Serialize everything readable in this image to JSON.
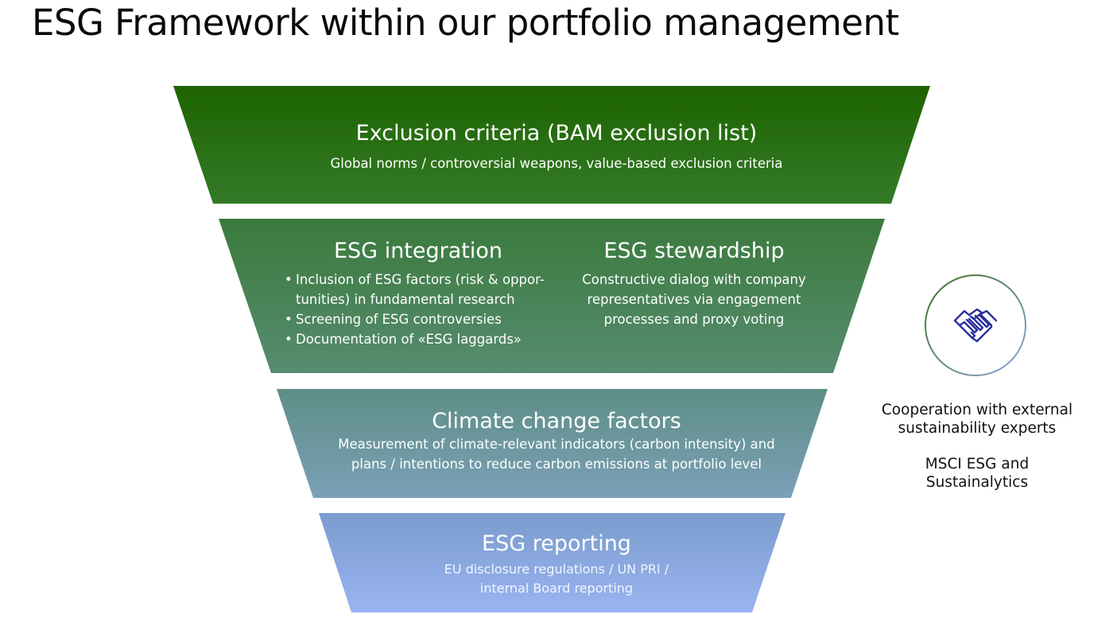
{
  "page": {
    "title": "ESG Framework within our portfolio management"
  },
  "funnel": {
    "tier1": {
      "heading": "Exclusion criteria (BAM exclusion list)",
      "description": "Global norms / controversial weapons, value-based exclusion criteria",
      "color_top": "#1d6400",
      "color_bottom": "#347a27"
    },
    "tier2": {
      "integration": {
        "heading": "ESG integration",
        "bullets": [
          {
            "line1": "Inclusion of ESG factors (risk & oppor-",
            "line2": "tunities) in fundamental research"
          },
          {
            "line1": "Screening of ESG controversies"
          },
          {
            "line1": "Documentation of «ESG laggards»"
          }
        ]
      },
      "stewardship": {
        "heading": "ESG stewardship",
        "lines": [
          "Constructive dialog with company",
          "representatives via engagement",
          "processes and proxy voting"
        ]
      },
      "color_top": "#3a7a3c",
      "color_bottom": "#578c70"
    },
    "tier3": {
      "heading": "Climate change factors",
      "lines": [
        "Measurement of climate-relevant indicators (carbon intensity) and",
        "plans / intentions to reduce carbon emissions at portfolio level"
      ],
      "color_top": "#5e8e86",
      "color_bottom": "#7ba0b8"
    },
    "tier4": {
      "heading": "ESG reporting",
      "lines": [
        "EU disclosure regulations / UN PRI /",
        "internal Board reporting"
      ],
      "color_top": "#7a9ccc",
      "color_bottom": "#9ab4f2"
    }
  },
  "side_panel": {
    "icon": "handshake-icon",
    "icon_color": "#2b2f9e",
    "ring_color_start": "#3b6e1c",
    "ring_color_end": "#8fa6de",
    "cooperation_lines": [
      "Cooperation with external",
      "sustainability experts"
    ],
    "providers_lines": [
      "MSCI ESG and",
      "Sustainalytics"
    ]
  }
}
